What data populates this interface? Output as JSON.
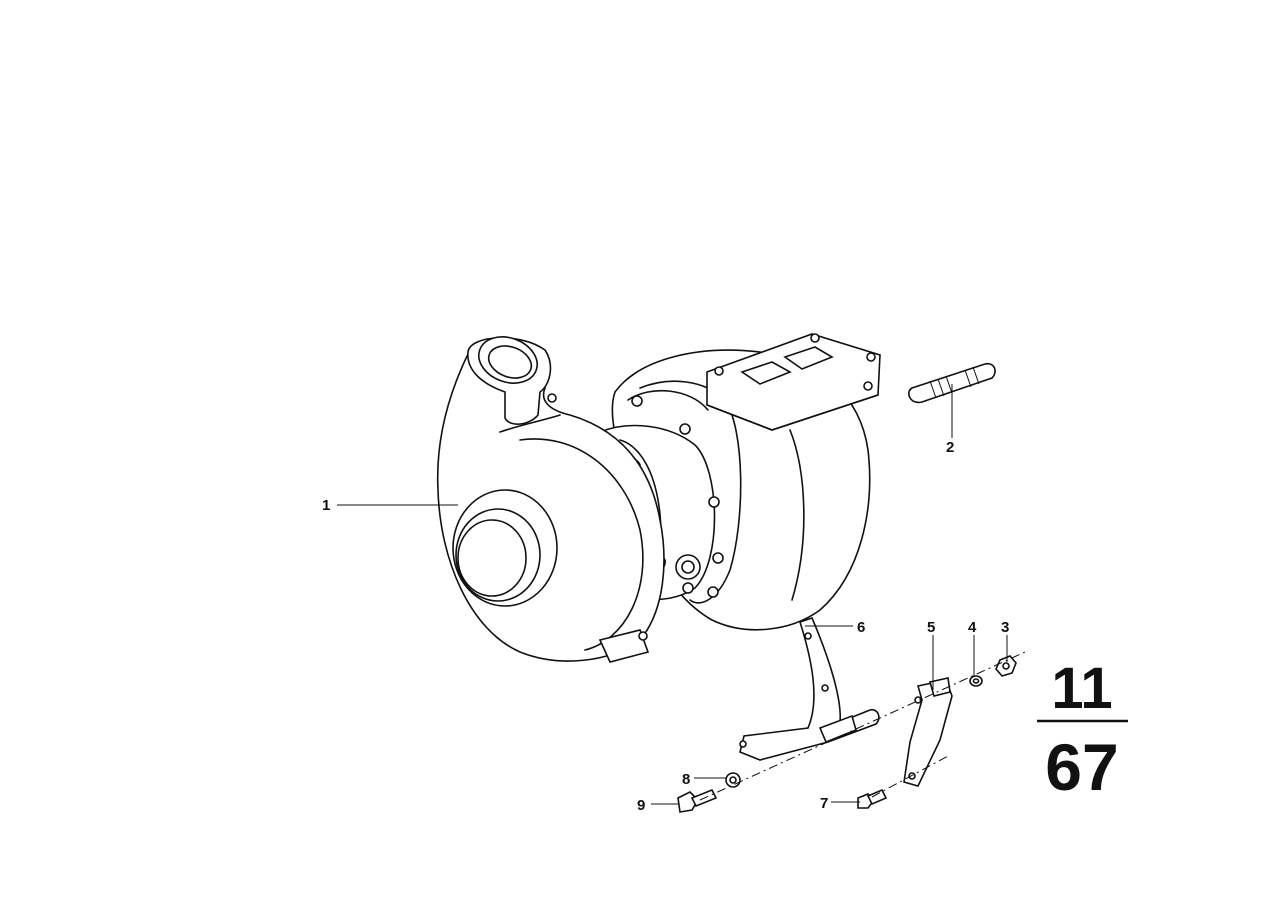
{
  "parts": [
    {
      "id": "1",
      "name": "turbocharger"
    },
    {
      "id": "2",
      "name": "stud"
    },
    {
      "id": "3",
      "name": "nut"
    },
    {
      "id": "4",
      "name": "washer"
    },
    {
      "id": "5",
      "name": "support-bracket"
    },
    {
      "id": "6",
      "name": "bracket"
    },
    {
      "id": "7",
      "name": "bolt"
    },
    {
      "id": "8",
      "name": "washer"
    },
    {
      "id": "9",
      "name": "bolt"
    }
  ],
  "group_code": {
    "top": "11",
    "bottom": "67"
  }
}
